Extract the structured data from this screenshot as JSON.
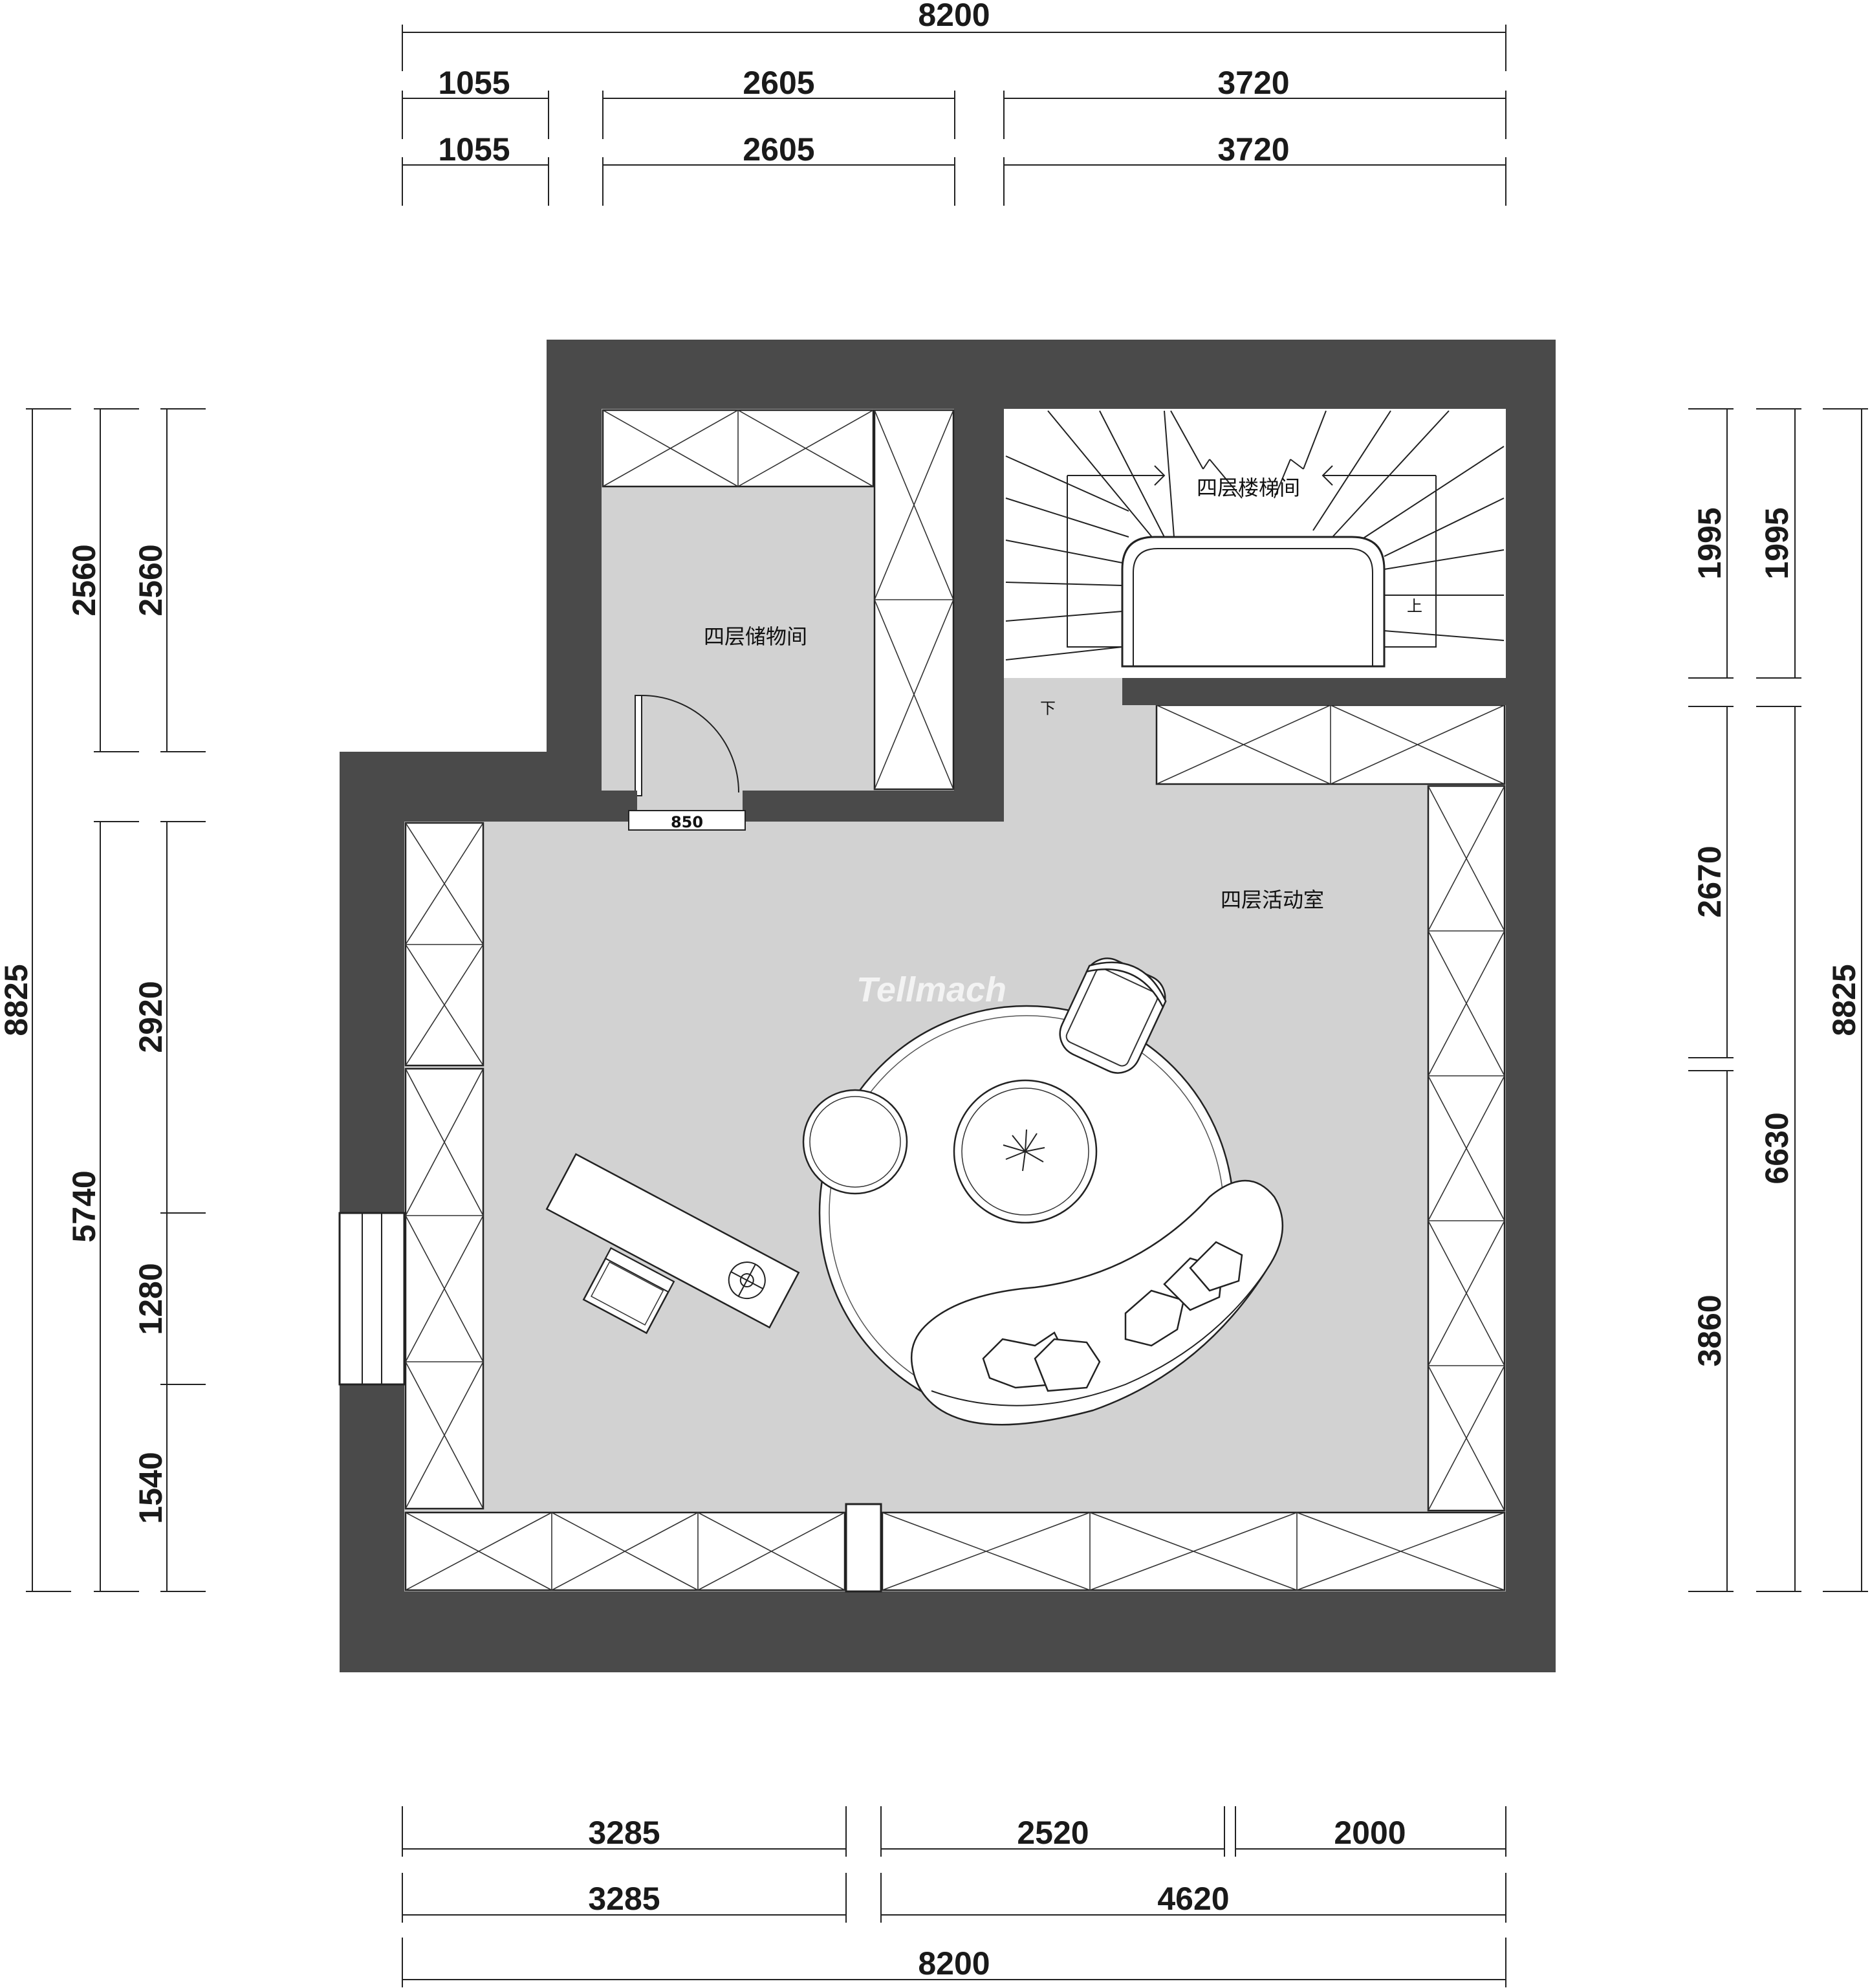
{
  "dimensions": {
    "top_total": "8200",
    "top_row1": [
      "1055",
      "2605",
      "3720"
    ],
    "top_row2": [
      "1055",
      "2605",
      "3720"
    ],
    "bottom_row1": [
      "3285",
      "2520",
      "2000"
    ],
    "bottom_row2": [
      "3285",
      "4620"
    ],
    "bottom_total": "8200",
    "left_outer": "8825",
    "left_mid": [
      "2560",
      "5740"
    ],
    "left_inner": [
      "2560",
      "2920",
      "1280",
      "1540"
    ],
    "right_inner": [
      "1995",
      "2670",
      "3860"
    ],
    "right_mid": [
      "1995",
      "6630"
    ],
    "right_outer": "8825"
  },
  "rooms": {
    "storage": "四层储物间",
    "stair": "四层楼梯间",
    "activity": "四层活动室"
  },
  "labels": {
    "door_width": "850",
    "stair_up": "上",
    "stair_down": "下"
  },
  "watermark": "Tellmach"
}
